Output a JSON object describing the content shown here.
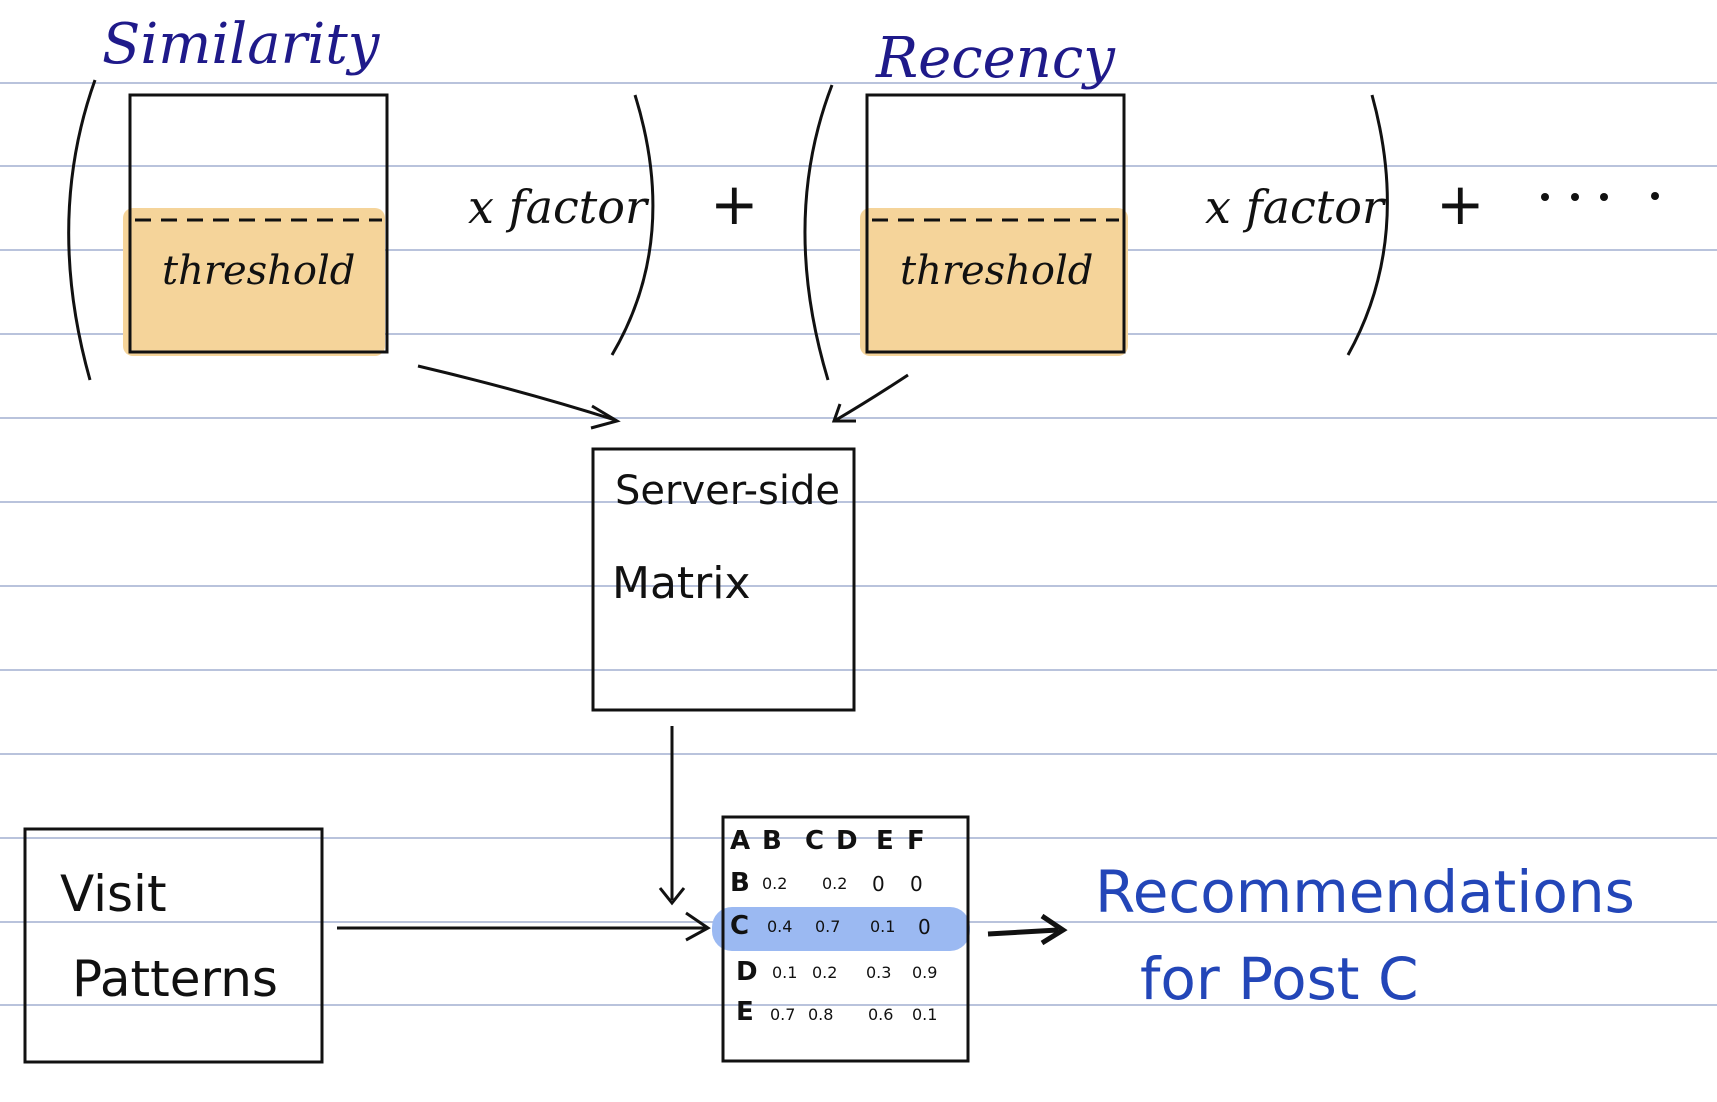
{
  "similarity": {
    "title": "Similarity",
    "threshold_label": "threshold",
    "factor_label": "x factor"
  },
  "recency": {
    "title": "Recency",
    "threshold_label": "threshold",
    "factor_label": "x factor"
  },
  "plus_symbols": [
    "+",
    "+"
  ],
  "ellipsis": "....",
  "server": {
    "line1": "Server-side",
    "line2": "Matrix"
  },
  "visit": {
    "line1": "Visit",
    "line2": "Patterns"
  },
  "matrix": {
    "headers": [
      "A",
      "B",
      "C",
      "D",
      "E",
      "F"
    ],
    "rows": [
      {
        "label": "B",
        "values": [
          "0.2",
          "0.2",
          "0",
          "0"
        ]
      },
      {
        "label": "C",
        "values": [
          "0.4",
          "0.7",
          "0.1",
          "0"
        ]
      },
      {
        "label": "D",
        "values": [
          "0.1",
          "0.2",
          "0.3",
          "0.9"
        ]
      },
      {
        "label": "E",
        "values": [
          "0.7",
          "0.8",
          "0.6",
          "0.1"
        ]
      }
    ],
    "highlight_row": "C"
  },
  "output": {
    "line1": "Recommendations",
    "line2": "for Post C"
  },
  "colors": {
    "threshold_fill": "#f5d49a",
    "highlight": "#9bb9f2",
    "title_ink": "#1f1a8a",
    "output_ink": "#2346b8",
    "rule": "#b9c3dc"
  }
}
